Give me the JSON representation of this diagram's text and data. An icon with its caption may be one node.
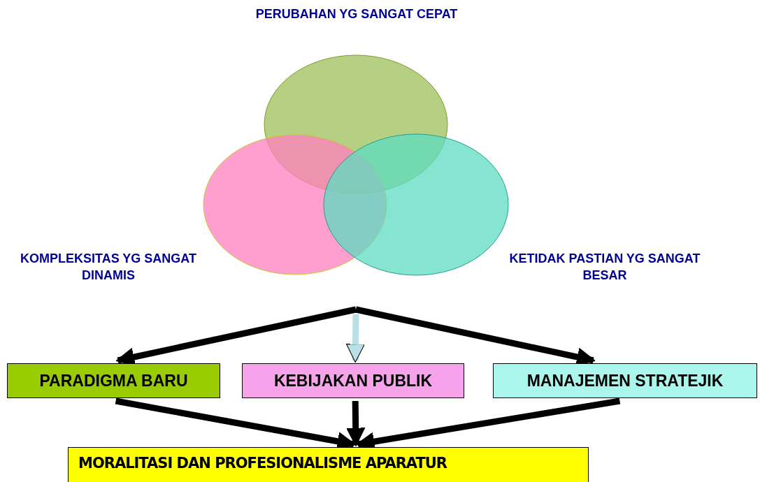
{
  "diagram": {
    "nodes": [
      {
        "text": [],
        "shape": "circle",
        "beside": [
          "PERUBAHAN YG SANGAT CEPAT"
        ]
      },
      {
        "text": [],
        "shape": "circle",
        "beside": [
          "KOMPLEKSITAS YG SANGAT DINAMIS"
        ]
      },
      {
        "text": [],
        "shape": "circle",
        "beside": [
          "KETIDAK PASTIAN YG SANGAT BESAR"
        ]
      },
      {
        "text": [
          "PARADIGMA BARU"
        ]
      },
      {
        "text": [
          "KEBIJAKAN PUBLIK"
        ]
      },
      {
        "text": [
          "MANAJEMEN STRATEJIK"
        ]
      },
      {
        "text": [
          "MORALITASI DAN PROFESIONALISME APARATUR"
        ]
      }
    ],
    "edges": [
      {
        "from": null,
        "to": 3,
        "arrow": "to"
      },
      {
        "from": null,
        "to": 4,
        "arrow": "to",
        "color": "#b9e0e6"
      },
      {
        "from": null,
        "to": 5,
        "arrow": "to"
      },
      {
        "from": 3,
        "to": 6,
        "arrow": "to"
      },
      {
        "from": 4,
        "to": 6,
        "arrow": "to"
      },
      {
        "from": 5,
        "to": 6,
        "arrow": "to"
      }
    ]
  }
}
